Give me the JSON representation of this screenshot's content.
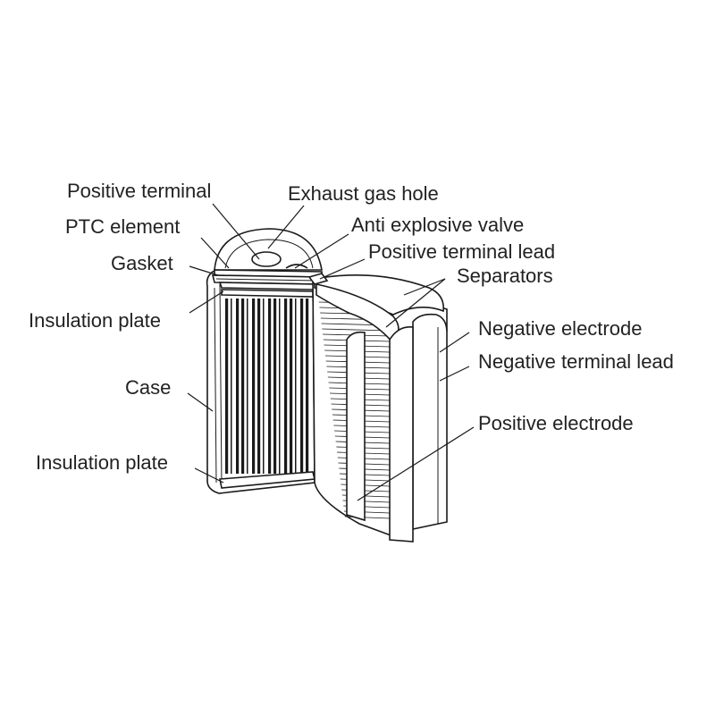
{
  "labels": {
    "positive_terminal": "Positive terminal",
    "exhaust_gas_hole": "Exhaust gas hole",
    "ptc_element": "PTC element",
    "anti_explosive_valve": "Anti explosive valve",
    "gasket": "Gasket",
    "positive_terminal_lead": "Positive terminal lead",
    "separators": "Separators",
    "insulation_plate_top": "Insulation plate",
    "negative_electrode": "Negative electrode",
    "negative_terminal_lead": "Negative terminal lead",
    "case": "Case",
    "positive_electrode": "Positive electrode",
    "insulation_plate_bottom": "Insulation plate"
  }
}
